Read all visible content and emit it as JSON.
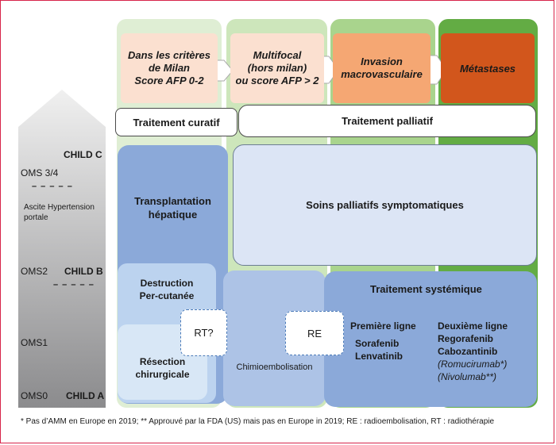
{
  "stages": [
    {
      "line1": "Dans les critères",
      "line2": "de Milan",
      "line3": "Score AFP 0-2"
    },
    {
      "line1": "Multifocal",
      "line2": "(hors milan)",
      "line3": "ou score AFP > 2"
    },
    {
      "line1": "Invasion",
      "line2": "macrovasculaire"
    },
    {
      "line1": "Métastases"
    }
  ],
  "treatment_types": {
    "curative": "Traitement curatif",
    "palliative": "Traitement palliatif"
  },
  "scale": {
    "child_c": "CHILD C",
    "oms34": "OMS 3/4",
    "dash1": "– – – – –",
    "ascite_line1": "Ascite Hypertension",
    "ascite_line2": "portale",
    "oms2": "OMS2",
    "child_b": "CHILD B",
    "dash2": "– – – – –",
    "oms1": "OMS1",
    "oms0": "OMS0",
    "child_a": "CHILD A"
  },
  "treatments": {
    "transplant_line1": "Transplantation",
    "transplant_line2": "hépatique",
    "soins": "Soins palliatifs symptomatiques",
    "destruction_line1": "Destruction",
    "destruction_line2": "Per-cutanée",
    "resection_line1": "Résection",
    "resection_line2": "chirurgicale",
    "rt": "RT?",
    "chimio": "Chimioembolisation",
    "re": "RE",
    "systemic_title": "Traitement systémique",
    "first_line_title": "Première ligne",
    "first_line_drug1": "Sorafenib",
    "first_line_drug2": "Lenvatinib",
    "second_line_title": "Deuxième ligne",
    "second_line_drug1": "Regorafenib",
    "second_line_drug2": "Cabozantinib",
    "second_line_drug3": "(Romucirumab*)",
    "second_line_drug4": "(Nivolumab**)"
  },
  "footnote": "* Pas d’AMM en Europe en 2019; ** Approuvé par la FDA (US) mais pas en Europe in 2019; RE : radioembolisation, RT : radiothérapie",
  "colors": {
    "column1": "#dfeed4",
    "column2": "#cde6bb",
    "column3": "#a9d48d",
    "column4": "#63ac44",
    "stage1": "#fbe0d0",
    "stage2": "#fbe0d0",
    "stage3": "#f5a773",
    "stage4": "#d2561c",
    "transplant": "#8ba9d9",
    "soins": "#dce5f5",
    "destruction": "#bcd3ef",
    "resection": "#d8e7f6",
    "chimio": "#adc3e6",
    "systemic": "#8ba9d9",
    "scale_top": "#ececec",
    "scale_bottom": "#8a8a8c"
  }
}
